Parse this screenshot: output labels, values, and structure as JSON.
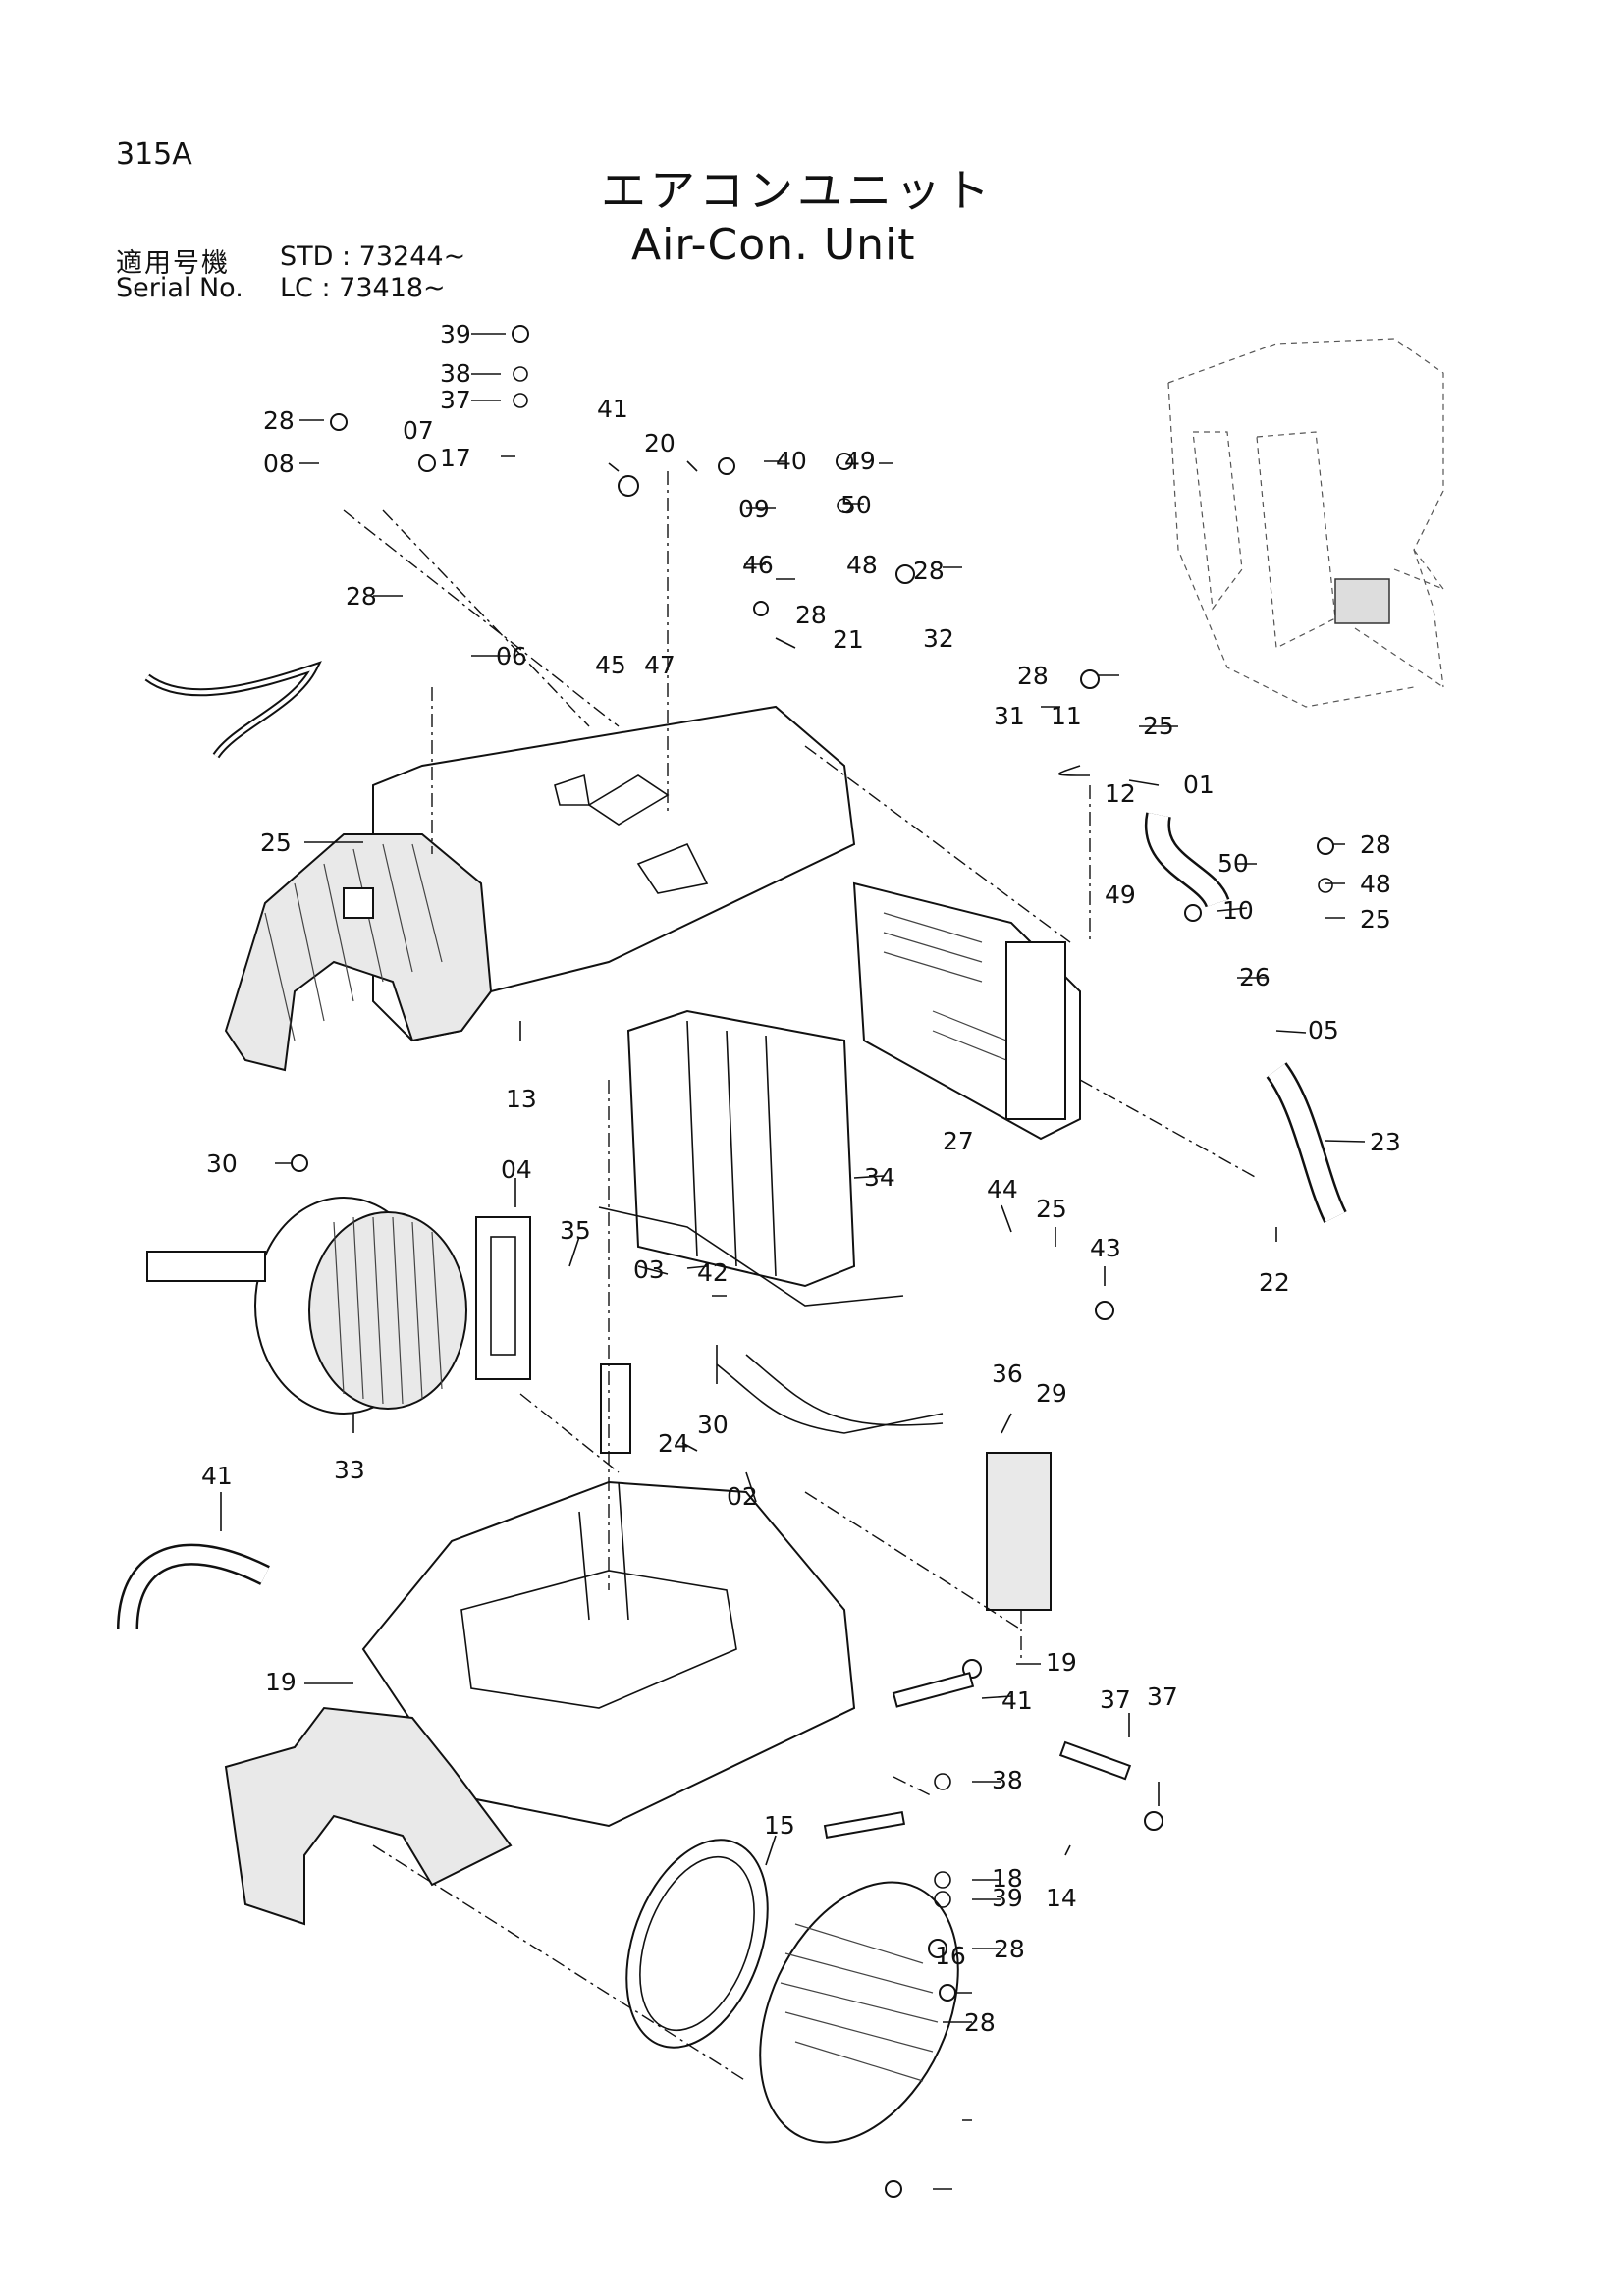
{
  "header": {
    "page_code": "315A",
    "title_ja": "エアコンユニット",
    "title_en": "Air-Con. Unit",
    "applicable_ja": "適用号機",
    "applicable_std": "STD : 73244~",
    "serial_label": "Serial No.",
    "applicable_lc": "LC   : 73418~"
  },
  "callouts": [
    "39",
    "38",
    "37",
    "28",
    "07",
    "08",
    "17",
    "41",
    "20",
    "40",
    "49",
    "09",
    "50",
    "48",
    "46",
    "28",
    "28",
    "45",
    "47",
    "28",
    "21",
    "32",
    "06",
    "28",
    "31",
    "11",
    "25",
    "01",
    "25",
    "12",
    "49",
    "50",
    "28",
    "48",
    "10",
    "25",
    "26",
    "05",
    "13",
    "27",
    "23",
    "30",
    "04",
    "35",
    "34",
    "44",
    "25",
    "43",
    "22",
    "03",
    "42",
    "33",
    "30",
    "24",
    "36",
    "29",
    "02",
    "41",
    "19",
    "19",
    "41",
    "37",
    "37",
    "38",
    "18",
    "39",
    "14",
    "28",
    "15",
    "16",
    "28"
  ]
}
